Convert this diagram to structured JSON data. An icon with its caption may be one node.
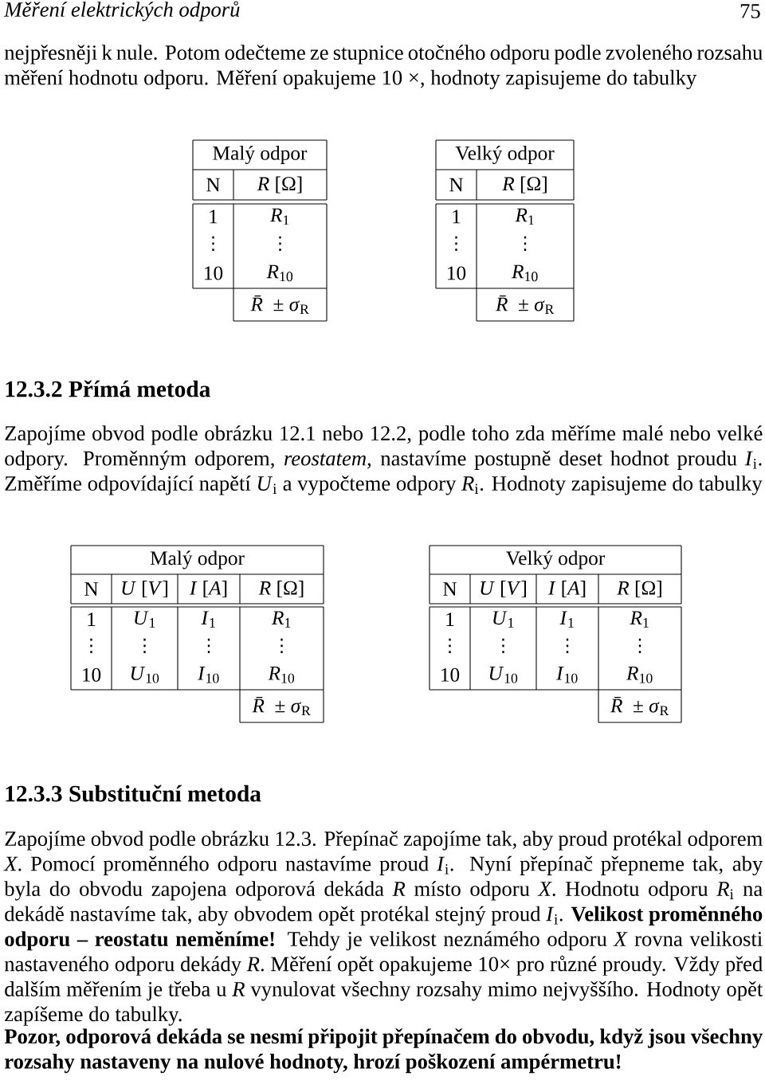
{
  "diagram": {
    "labels": [
      "Měření elektrických odporů",
      "75",
      "nejpřesněji k nule. Potom odečteme ze stupnice otočného odporu podle zvoleného rozsahu měření hodnotu odporu. Měření opakujeme 10 ×, hodnoty zapisujeme do tabulky",
      "Malý odpor",
      "N",
      "*R* [Ω]",
      "1",
      "*R*$_{1}$",
      "⋮",
      "⋮",
      "10",
      "*R*$_{10}$",
      "*R̄* ± *σ*$_{R}$",
      "Velký odpor",
      "N",
      "*R* [Ω]",
      "1",
      "*R*$_{1}$",
      "⋮",
      "⋮",
      "10",
      "*R*$_{10}$",
      "*R̄* ± *σ*$_{R}$",
      "12.3.2 Přímá metoda",
      "Zapojíme obvod podle obrázku 12.1 nebo 12.2, podle toho zda měříme malé nebo velké odpory. Proměnným odporem, *reostatem*, nastavíme postupně deset hodnot proudu *I*$_{i}$. Změříme odpovídající napětí *U*$_{i}$ a vypočteme odpory *R*$_{i}$. Hodnoty zapisujeme do tabulky",
      "Malý odpor",
      "N",
      "*U* [*V*]",
      "*I* [*A*]",
      "*R* [Ω]",
      "1",
      "*U*$_{1}$",
      "*I*$_{1}$",
      "*R*$_{1}$",
      "⋮",
      "⋮",
      "⋮",
      "⋮",
      "10",
      "*U*$_{10}$",
      "*I*$_{10}$",
      "*R*$_{10}$",
      "*R̄* ± *σ*$_{R}$",
      "Velký odpor",
      "N",
      "*U* [*V*]",
      "*I* [*A*]",
      "*R* [Ω]",
      "1",
      "*U*$_{1}$",
      "*I*$_{1}$",
      "*R*$_{1}$",
      "⋮",
      "⋮",
      "⋮",
      "⋮",
      "10",
      "*U*$_{10}$",
      "*I*$_{10}$",
      "*R*$_{10}$",
      "*R̄* ± *σ*$_{R}$",
      "12.3.3 Substituční metoda",
      "Zapojíme obvod podle obrázku 12.3. Přepínač zapojíme tak, aby proud protékal odporem *X*. Pomocí proměnného odporu nastavíme proud *I*$_{i}$. Nyní přepínač přepneme tak, aby byla do obvodu zapojena odporová dekáda *R* místo odporu *X*. Hodnotu odporu *R*$_{i}$ na dekádě nastavíme tak, aby obvodem opět protékal stejný proud *I*$_{i}$. **Velikost proměnného odporu – reostatu neměníme!** Tehdy je velikost neznámého odporu *X* rovna velikosti nastaveného odporu dekády *R*. Měření opět opakujeme 10× pro různé proudy. Vždy před dalším měřením je třeba u *R* vynulovat všechny rozsahy mimo nejvyššího. Hodnoty opět zapíšeme do tabulky.",
      "Pozor, odporová dekáda se nesmí připojit přepínačem do obvodu, když jsou všechny rozsahy nastaveny na nulové hodnoty, hrozí poškození ampérmetru!"
    ]
  }
}
